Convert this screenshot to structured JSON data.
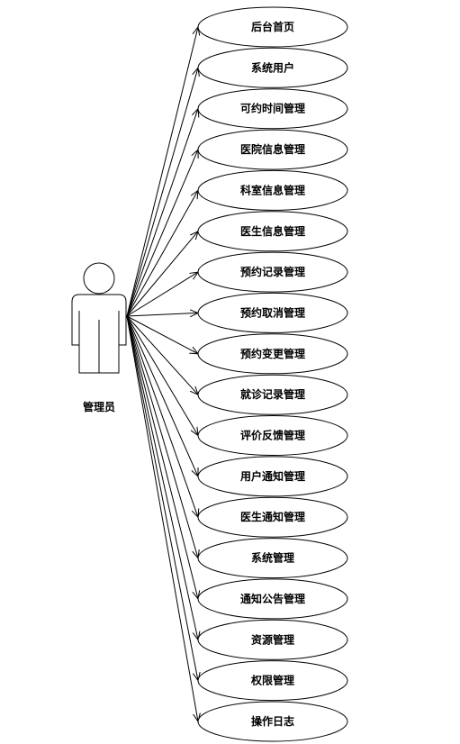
{
  "actor": {
    "label": "管理员"
  },
  "use_cases": [
    {
      "label": "后台首页"
    },
    {
      "label": "系统用户"
    },
    {
      "label": "可约时间管理"
    },
    {
      "label": "医院信息管理"
    },
    {
      "label": "科室信息管理"
    },
    {
      "label": "医生信息管理"
    },
    {
      "label": "预约记录管理"
    },
    {
      "label": "预约取消管理"
    },
    {
      "label": "预约变更管理"
    },
    {
      "label": "就诊记录管理"
    },
    {
      "label": "评价反馈管理"
    },
    {
      "label": "用户通知管理"
    },
    {
      "label": "医生通知管理"
    },
    {
      "label": "系统管理"
    },
    {
      "label": "通知公告管理"
    },
    {
      "label": "资源管理"
    },
    {
      "label": "权限管理"
    },
    {
      "label": "操作日志"
    }
  ]
}
